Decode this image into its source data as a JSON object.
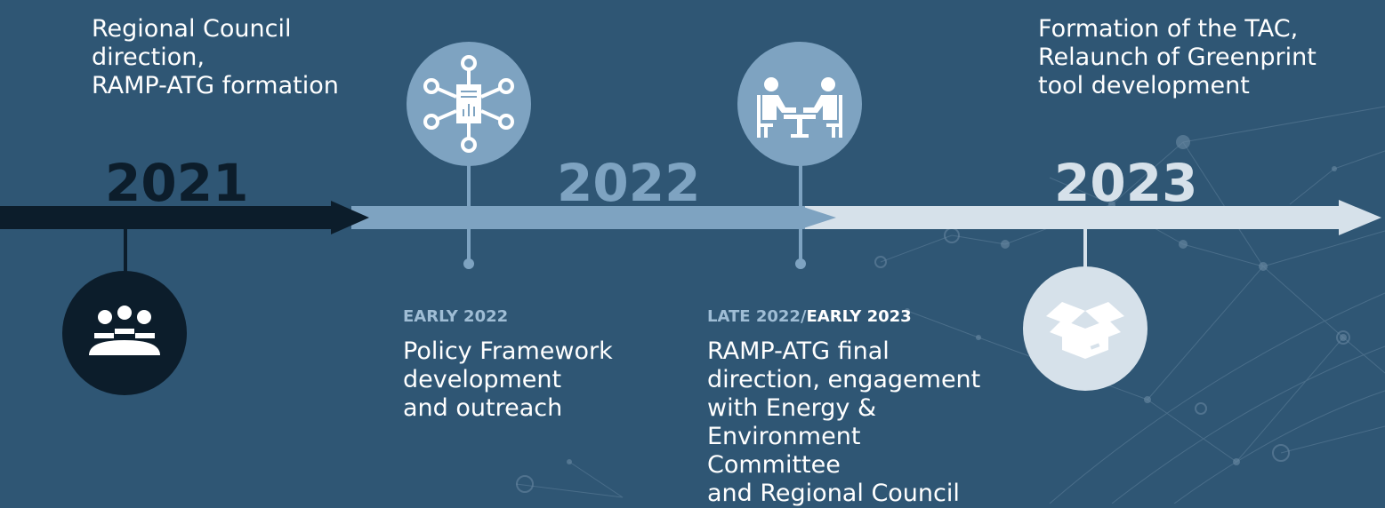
{
  "timeline": {
    "events": [
      {
        "id": "2021",
        "description": "Regional Council direction, RAMP-ATG formation",
        "lines": [
          "Regional Council",
          "direction,",
          "RAMP-ATG formation"
        ],
        "icon": "meeting-people-icon"
      },
      {
        "id": "early-2022",
        "kicker": "EARLY 2022",
        "description": "Policy Framework development and outreach",
        "lines": [
          "Policy Framework",
          "development",
          "and outreach"
        ],
        "icon": "network-document-icon"
      },
      {
        "id": "late-2022-early-2023",
        "kicker_part1": "LATE 2022/",
        "kicker_part2": "EARLY 2023",
        "description": "RAMP-ATG final direction, engagement with Energy & Environment Committee and Regional Council",
        "lines": [
          "RAMP-ATG final",
          "direction, engagement",
          "with Energy &",
          "Environment Committee",
          "and Regional Council"
        ],
        "icon": "people-at-table-icon"
      },
      {
        "id": "2023",
        "description": "Formation of the TAC, Relaunch of Greenprint tool development",
        "lines": [
          "Formation of the TAC,",
          "Relaunch of Greenprint",
          "tool development"
        ],
        "icon": "open-box-icon"
      }
    ],
    "years": [
      "2021",
      "2022",
      "2023"
    ],
    "colors": {
      "background": "#2f5674",
      "segment_2021": "#0c1d2b",
      "segment_2022": "#7ea3c1",
      "segment_2023": "#d6e1ea",
      "circle_2021": "#0c1d2b",
      "circle_2022": "#7ea3c1",
      "circle_2023": "#d6e1ea",
      "kicker_light": "#9fbdd5"
    }
  }
}
